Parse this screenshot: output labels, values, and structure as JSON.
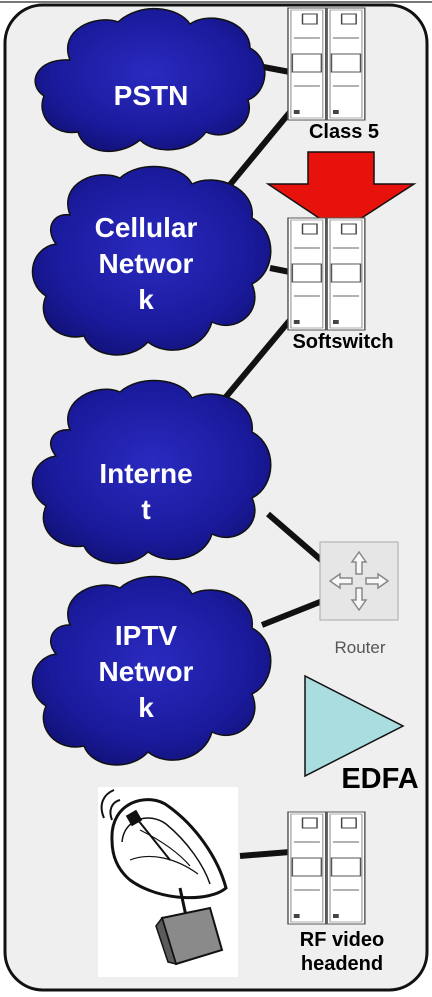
{
  "clouds": [
    {
      "id": "pstn",
      "label_lines": [
        "PSTN"
      ]
    },
    {
      "id": "cellular",
      "label_lines": [
        "Cellular",
        "Networ",
        "k"
      ]
    },
    {
      "id": "internet",
      "label_lines": [
        "Interne",
        "t"
      ]
    },
    {
      "id": "iptv",
      "label_lines": [
        "IPTV",
        "Networ",
        "k"
      ]
    }
  ],
  "devices": {
    "class5": {
      "label": "Class 5"
    },
    "softswitch": {
      "label": "Softswitch"
    },
    "router": {
      "label": "Router"
    },
    "edfa": {
      "label": "EDFA"
    },
    "rf_headend": {
      "label_lines": [
        "RF video",
        "headend"
      ]
    }
  },
  "colors": {
    "panel": "#efefef",
    "cloud": "#1a1a9c",
    "arrow": "#e8120c",
    "amplifier": "#a9dddf",
    "router_bg": "#e6e6e6"
  }
}
